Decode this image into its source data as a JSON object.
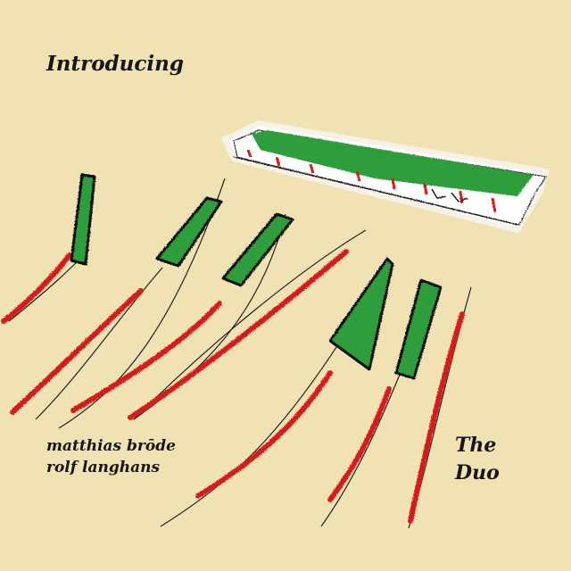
{
  "cover": {
    "title": "Introducing",
    "artists": [
      "matthias brōde",
      "rolf langhans"
    ],
    "subtitle_lines": [
      "The",
      "Duo"
    ]
  },
  "colors": {
    "background": "#f1e2b4",
    "ink": "#161616",
    "red": "#d51f1f",
    "green": "#2f9d3a",
    "white": "#ffffff"
  }
}
